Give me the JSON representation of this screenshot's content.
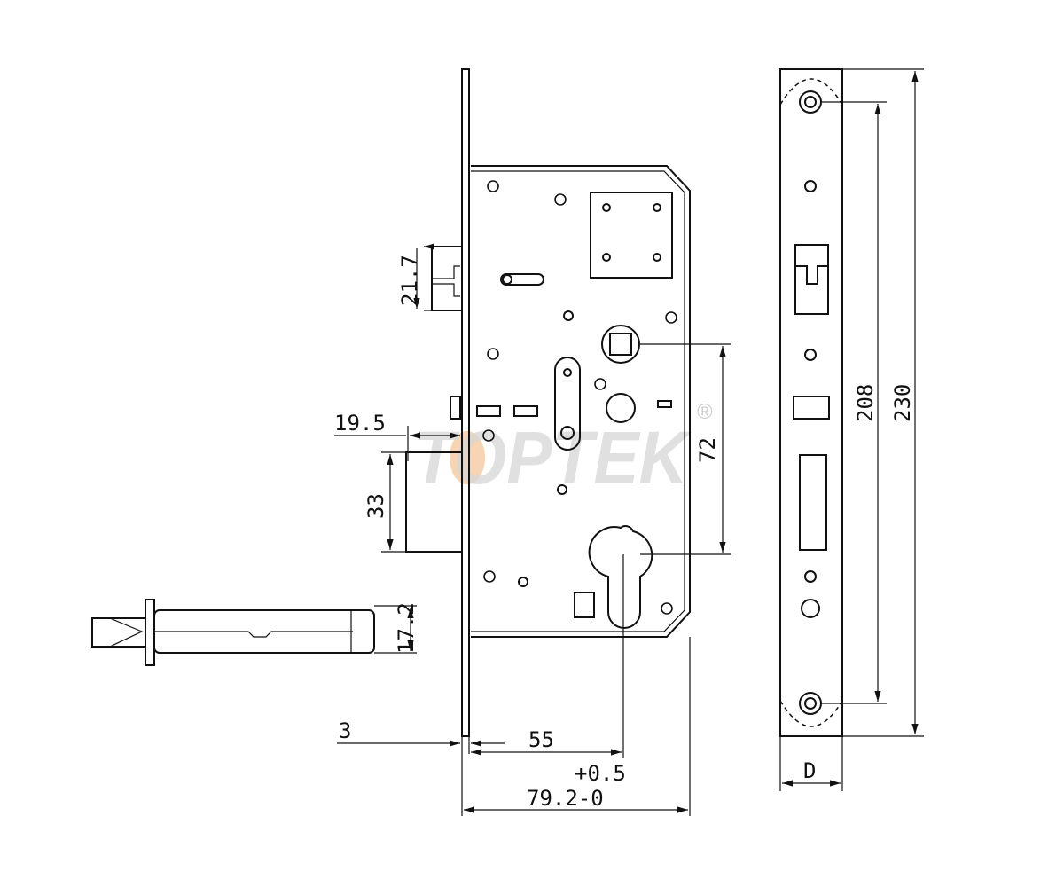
{
  "watermark": {
    "brand": "TOPTEK",
    "registered": "®",
    "accent": "#f5c9a0"
  },
  "dimensions": {
    "latch_height": "21.7",
    "deadbolt_throw": "19.5",
    "deadbolt_height": "33",
    "centre_distance": "72",
    "body_thickness": "17.2",
    "faceplate_thickness": "3",
    "backset": "55",
    "depth_tolerance": "+0.5",
    "case_depth": "79.2-0",
    "screw_spacing": "208",
    "faceplate_length": "230",
    "faceplate_width": "D"
  }
}
